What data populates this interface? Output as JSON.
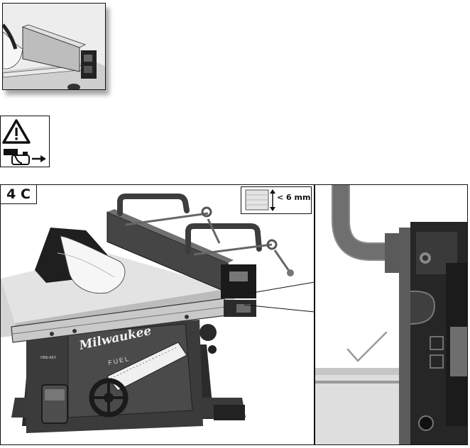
{
  "figure_label": "4 C",
  "gap_label": "< 6 mm",
  "brand": "Milwaukee",
  "model_badge": "FUEL",
  "switch_label": "ONE-KEY",
  "check_mark": "✓",
  "icons": [
    "warning-triangle-icon",
    "battery-removal-icon",
    "arrow-right-icon",
    "checkmark-icon"
  ]
}
